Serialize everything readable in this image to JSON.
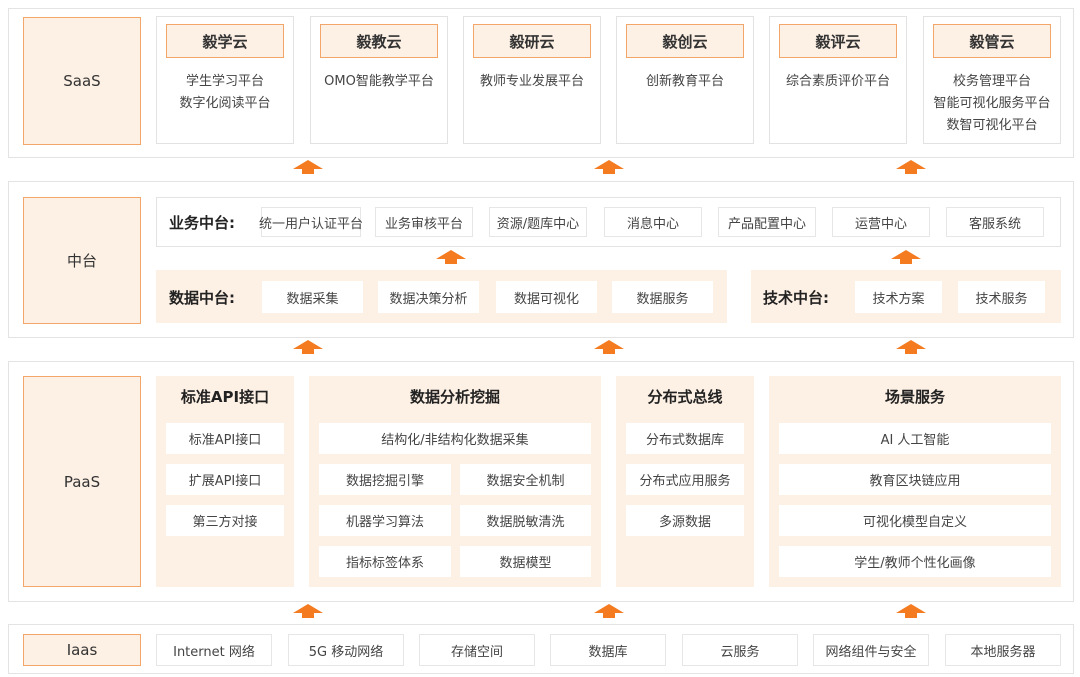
{
  "saas": {
    "label": "SaaS",
    "cards": [
      {
        "title": "毅学云",
        "lines": [
          "学生学习平台",
          "数字化阅读平台"
        ]
      },
      {
        "title": "毅教云",
        "lines": [
          "OMO智能教学平台"
        ]
      },
      {
        "title": "毅研云",
        "lines": [
          "教师专业发展平台"
        ]
      },
      {
        "title": "毅创云",
        "lines": [
          "创新教育平台"
        ]
      },
      {
        "title": "毅评云",
        "lines": [
          "综合素质评价平台"
        ]
      },
      {
        "title": "毅管云",
        "lines": [
          "校务管理平台",
          "智能可视化服务平台",
          "数智可视化平台"
        ]
      }
    ]
  },
  "zhongtai": {
    "label": "中台",
    "business": {
      "label": "业务中台:",
      "items": [
        "统一用户认证平台",
        "业务审核平台",
        "资源/题库中心",
        "消息中心",
        "产品配置中心",
        "运营中心",
        "客服系统"
      ]
    },
    "data": {
      "label": "数据中台:",
      "items": [
        "数据采集",
        "数据决策分析",
        "数据可视化",
        "数据服务"
      ]
    },
    "tech": {
      "label": "技术中台:",
      "items": [
        "技术方案",
        "技术服务"
      ]
    }
  },
  "paas": {
    "label": "PaaS",
    "api": {
      "title": "标准API接口",
      "items": [
        "标准API接口",
        "扩展API接口",
        "第三方对接"
      ]
    },
    "analysis": {
      "title": "数据分析挖掘",
      "wide_item": "结构化/非结构化数据采集",
      "left_items": [
        "数据挖掘引擎",
        "机器学习算法",
        "指标标签体系"
      ],
      "right_items": [
        "数据安全机制",
        "数据脱敏清洗",
        "数据模型"
      ]
    },
    "bus": {
      "title": "分布式总线",
      "items": [
        "分布式数据库",
        "分布式应用服务",
        "多源数据"
      ]
    },
    "scene": {
      "title": "场景服务",
      "items": [
        "AI 人工智能",
        "教育区块链应用",
        "可视化模型自定义",
        "学生/教师个性化画像"
      ]
    }
  },
  "iaas": {
    "label": "Iaas",
    "items": [
      "Internet 网络",
      "5G 移动网络",
      "存储空间",
      "数据库",
      "云服务",
      "网络组件与安全",
      "本地服务器"
    ]
  },
  "colors": {
    "accent": "#f47b20",
    "tint": "#fdf0e4",
    "border": "#f3a66a"
  },
  "icons": {
    "flow_arrow": "up-arrow-icon"
  }
}
